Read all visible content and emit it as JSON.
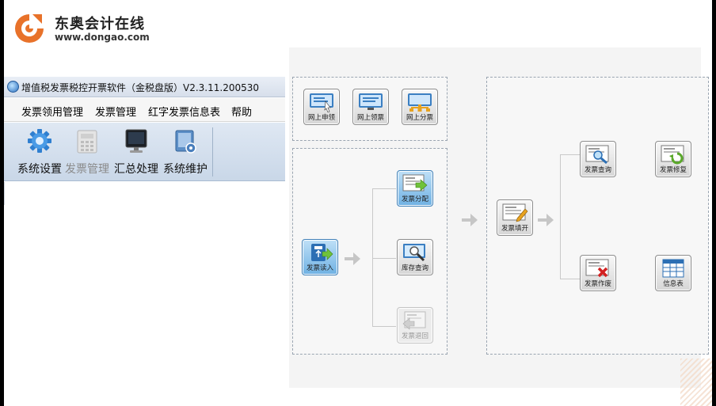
{
  "logo": {
    "cn": "东奥会计在线",
    "en": "www.dongao.com",
    "color": "#e8722a"
  },
  "app": {
    "title": "增值税发票税控开票软件（金税盘版）V2.3.11.200530",
    "menu": [
      "发票领用管理",
      "发票管理",
      "红字发票信息表",
      "帮助"
    ],
    "tools": [
      {
        "label": "系统设置",
        "icon": "gear-icon",
        "enabled": true
      },
      {
        "label": "发票管理",
        "icon": "calculator-icon",
        "enabled": false
      },
      {
        "label": "汇总处理",
        "icon": "monitor-icon",
        "enabled": true
      },
      {
        "label": "系统维护",
        "icon": "folder-gear-icon",
        "enabled": true
      }
    ]
  },
  "flow": {
    "top": [
      "网上申领",
      "网上领票",
      "网上分票"
    ],
    "read": "发票读入",
    "middle": [
      "发票分配",
      "库存查询",
      "发票退回"
    ],
    "fill": "发票填开",
    "right": [
      "发票查询",
      "发票作废"
    ],
    "side": [
      "发票修复",
      "信息表"
    ]
  },
  "colors": {
    "accent_blue": "#3d7fb8",
    "cancel_red": "#d22020"
  }
}
